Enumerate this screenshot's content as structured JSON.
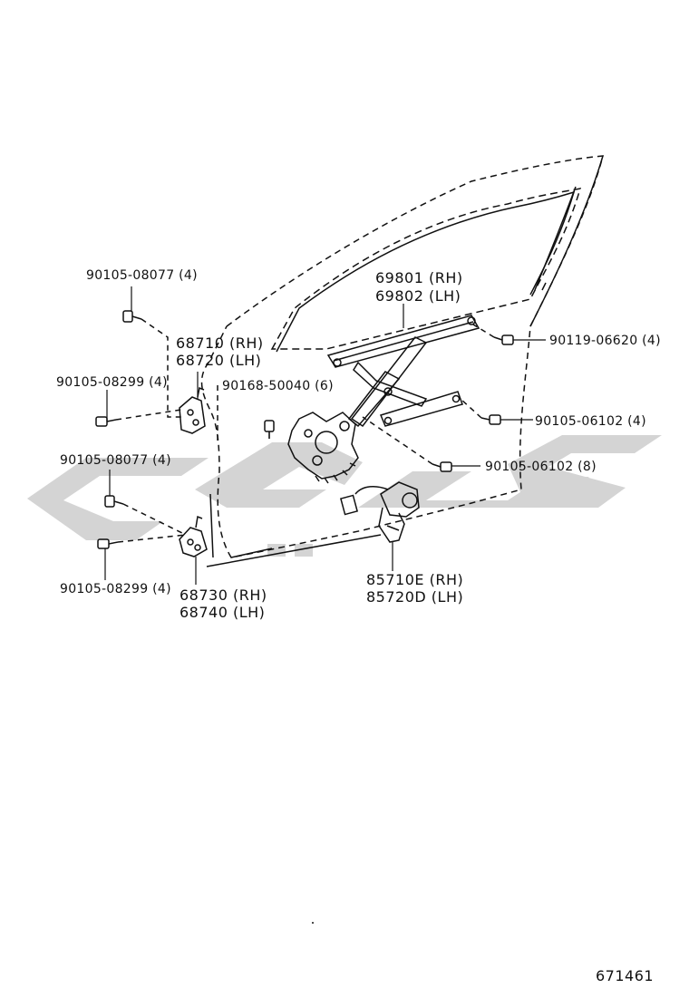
{
  "labels": {
    "bolt_top_left": "90105-08077 (4)",
    "hinge_upper_rh": "68710 (RH)",
    "hinge_upper_lh": "68720 (LH)",
    "bolt_upper_mid": "90105-08299 (4)",
    "screw_mid": "90168-50040 (6)",
    "regulator_rh": "69801 (RH)",
    "regulator_lh": "69802 (LH)",
    "bolt_right_top": "90119-06620 (4)",
    "bolt_right_mid": "90105-06102 (4)",
    "bolt_right_low": "90105-06102 (8)",
    "bolt_lower_left": "90105-08077 (4)",
    "bolt_bottom_left": "90105-08299 (4)",
    "hinge_lower_rh": "68730 (RH)",
    "hinge_lower_lh": "68740 (LH)",
    "motor_rh": "85710E (RH)",
    "motor_lh": "85720D (LH)",
    "diagram_id": "671461"
  },
  "colors": {
    "line": "#111111",
    "watermark": "#d4d4d4"
  }
}
